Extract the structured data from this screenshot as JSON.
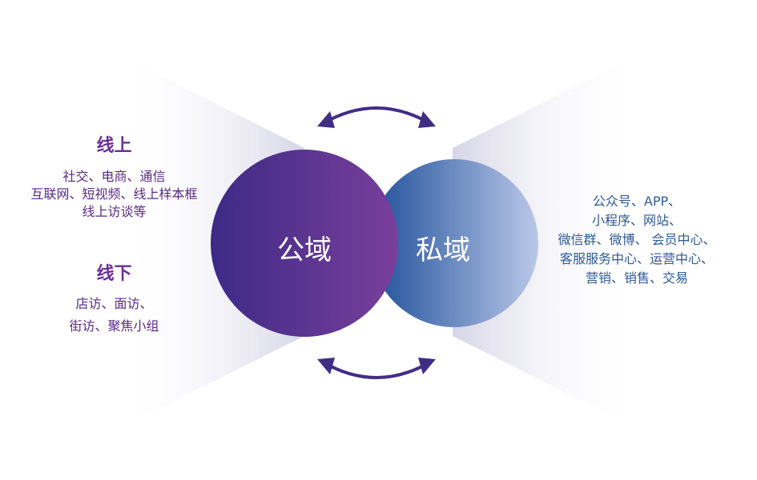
{
  "online": {
    "title": "线上",
    "lines": [
      "社交、电商、通信",
      "互联网、短视频、线上样本框",
      "线上访谈等"
    ]
  },
  "offline": {
    "title": "线下",
    "lines": [
      "店访、面访、",
      "街访、聚焦小组"
    ]
  },
  "public_domain": "公域",
  "private_domain": "私域",
  "private_channels": {
    "lines": [
      "公众号、APP、",
      "小程序、网站、",
      "微信群、微博、 会员中心、",
      "客服服务中心、运营中心、",
      "营销、销售、交易"
    ]
  },
  "colors": {
    "public_start": "#3d2a86",
    "public_end": "#7a3f9c",
    "private_start": "#1f4f9a",
    "private_end": "#b9c8e8",
    "arrow": "#3f2e86"
  }
}
